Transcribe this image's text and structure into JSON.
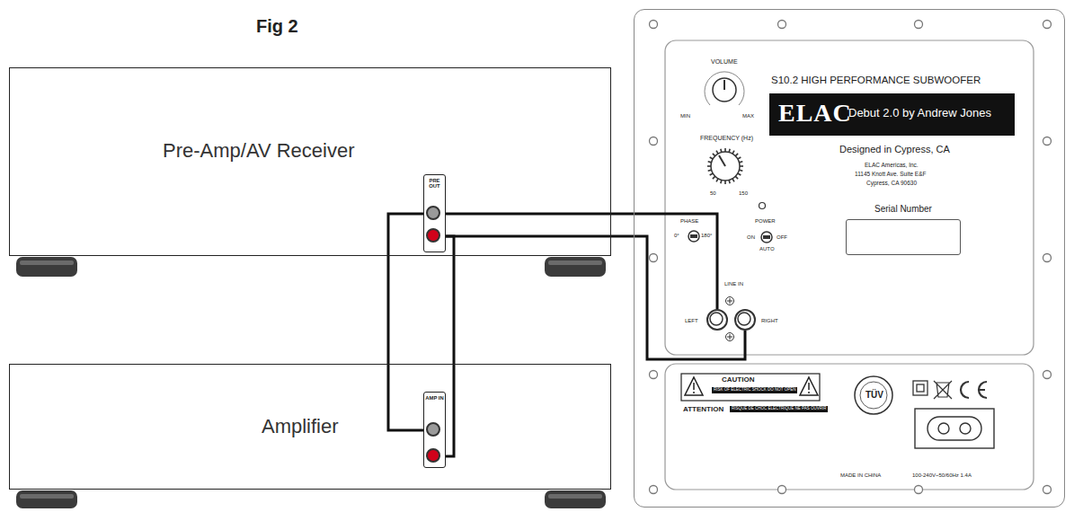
{
  "diagram": {
    "title": "Fig 2",
    "nodes": [
      {
        "text": [
          "Pre-Amp/AV Receiver"
        ]
      },
      {
        "text": [
          "PRE OUT"
        ],
        "in": 0
      },
      {
        "text": [
          "Amplifier"
        ]
      },
      {
        "text": [
          "AMP IN"
        ],
        "in": 2
      },
      {
        "text": [
          "S10.2 HIGH PERFORMANCE SUBWOOFER"
        ]
      },
      {
        "text": [
          "ELAC",
          "Debut 2.0 by Andrew Jones"
        ],
        "in": 4
      },
      {
        "text": [
          "Serial Number"
        ],
        "in": 4
      },
      {
        "text": [
          "LEFT"
        ],
        "in": 4
      },
      {
        "text": [
          "RIGHT"
        ],
        "in": 4
      }
    ],
    "edges": [
      {
        "from": 1,
        "to": 3,
        "arrow": "none"
      },
      {
        "from": 1,
        "to": 3,
        "arrow": "none"
      },
      {
        "from": 1,
        "to": 7,
        "arrow": "none"
      },
      {
        "from": 1,
        "to": 8,
        "arrow": "none"
      }
    ],
    "labels": [
      "VOLUME",
      "MIN",
      "MAX",
      "FREQUENCY (Hz)",
      "50",
      "150",
      "Designed in Cypress, CA",
      "ELAC Americas, Inc.",
      "11145 Knott Ave. Suite E&F",
      "Cypress, CA 90630",
      "PHASE",
      "0°",
      "180°",
      "POWER",
      "ON",
      "OFF",
      "AUTO",
      "LINE IN",
      "CAUTION",
      "RISK OF ELECTRIC SHOCK DO NOT OPEN",
      "ATTENTION",
      "RISQUE DE CHOC ELECTRIQUE NE PAS OUVRIR",
      "TÜV",
      "MADE IN CHINA",
      "100-240V~50/60Hz 1.4A"
    ]
  }
}
